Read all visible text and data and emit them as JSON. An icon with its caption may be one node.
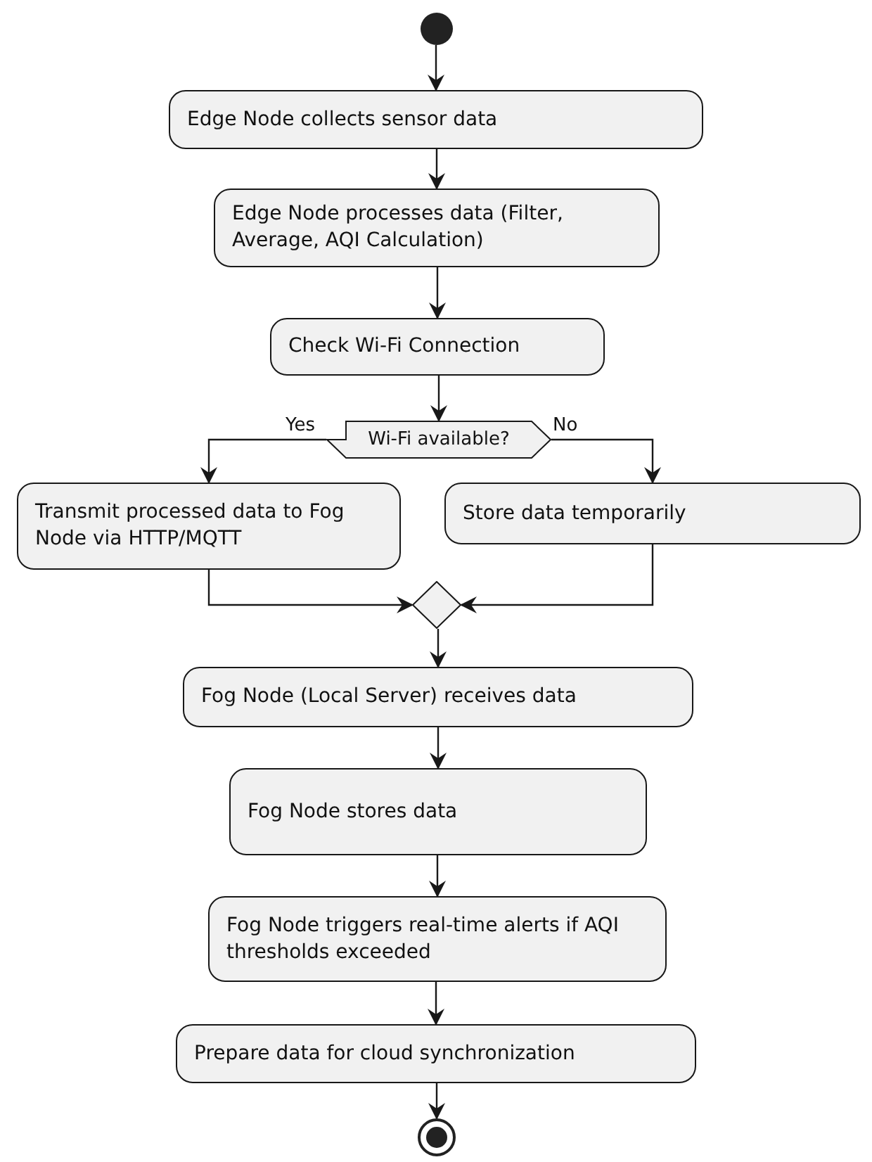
{
  "diagram": {
    "nodes": [
      {
        "text": [],
        "shape": "circle"
      },
      {
        "text": [
          "Edge Node collects sensor data"
        ]
      },
      {
        "text": [
          "Edge Node processes data (Filter, Average, AQI Calculation)"
        ]
      },
      {
        "text": [
          "Check Wi-Fi Connection"
        ]
      },
      {
        "text": [
          "Wi-Fi available?"
        ]
      },
      {
        "text": [
          "Transmit processed data to Fog Node via HTTP/MQTT"
        ]
      },
      {
        "text": [
          "Store data temporarily"
        ]
      },
      {
        "text": [],
        "shape": "diamond"
      },
      {
        "text": [
          "Fog Node (Local Server) receives data"
        ]
      },
      {
        "text": [
          "Fog Node stores data"
        ]
      },
      {
        "text": [
          "Fog Node triggers real-time alerts if AQI thresholds exceeded"
        ]
      },
      {
        "text": [
          "Prepare data for cloud synchronization"
        ]
      },
      {
        "text": [],
        "shape": "circle"
      }
    ],
    "edges": [
      {
        "from": 0,
        "to": 1,
        "arrow": "to"
      },
      {
        "from": 1,
        "to": 2,
        "arrow": "to"
      },
      {
        "from": 2,
        "to": 3,
        "arrow": "to"
      },
      {
        "from": 3,
        "to": 4,
        "arrow": "to"
      },
      {
        "from": 4,
        "to": 5,
        "arrow": "to",
        "label": "Yes"
      },
      {
        "from": 4,
        "to": 6,
        "arrow": "to",
        "label": "No"
      },
      {
        "from": 5,
        "to": 7,
        "arrow": "to"
      },
      {
        "from": 6,
        "to": 7,
        "arrow": "to"
      },
      {
        "from": 7,
        "to": 8,
        "arrow": "to"
      },
      {
        "from": 8,
        "to": 9,
        "arrow": "to"
      },
      {
        "from": 9,
        "to": 10,
        "arrow": "to"
      },
      {
        "from": 10,
        "to": 11,
        "arrow": "to"
      },
      {
        "from": 11,
        "to": 12,
        "arrow": "to"
      }
    ]
  }
}
